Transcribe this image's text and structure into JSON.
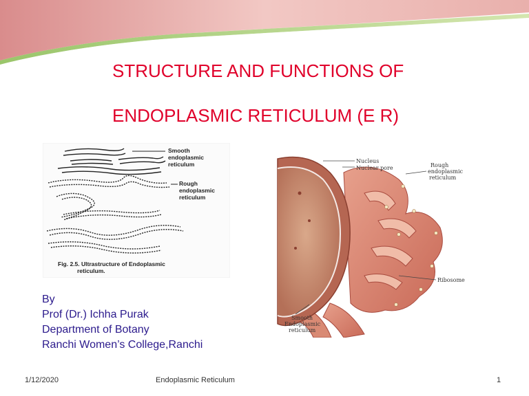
{
  "slide": {
    "title_line1": "STRUCTURE AND FUNCTIONS OF",
    "title_line2": "ENDOPLASMIC RETICULUM (E R)"
  },
  "figure_left": {
    "label_smooth_1": "Smooth",
    "label_smooth_2": "endoplasmic",
    "label_smooth_3": "reticulum",
    "label_rough_1": "Rough",
    "label_rough_2": "endoplasmic",
    "label_rough_3": "reticulum",
    "caption_1": "Fig. 2.5. Ultrastructure of Endoplasmic",
    "caption_2": "reticulum."
  },
  "figure_right": {
    "label_nucleus": "Nucleus",
    "label_nuclear_pore": "Nuclear pore",
    "label_rough_1": "Rough",
    "label_rough_2": "endoplasmic",
    "label_rough_3": "reticulum",
    "label_ribosome": "Ribosome",
    "label_smooth_1": "Smooth",
    "label_smooth_2": "Endoplasmic",
    "label_smooth_3": "reticulum"
  },
  "author": {
    "by": "By",
    "name": "Prof (Dr.) Ichha Purak",
    "department": "Department of Botany",
    "college": "Ranchi Women’s College,Ranchi"
  },
  "footer": {
    "date": "1/12/2020",
    "title": "Endoplasmic Reticulum",
    "page": "1"
  },
  "colors": {
    "title": "#e0002a",
    "author": "#2b1a8c",
    "banner_pink": "#e8a6a6",
    "banner_green": "#b9d48a"
  }
}
